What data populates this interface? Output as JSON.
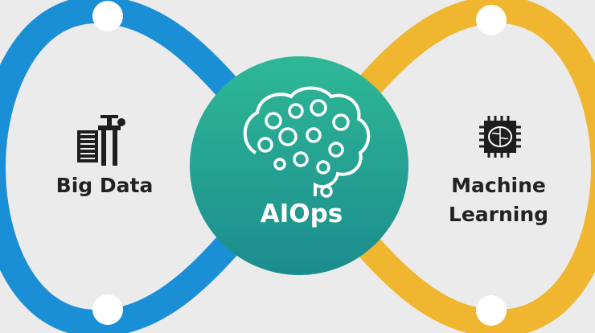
{
  "diagram": {
    "left": {
      "label": "Big Data",
      "icon": "server-clamp-icon"
    },
    "center": {
      "label": "AIOps",
      "icon": "gear-brain-icon"
    },
    "right": {
      "label_line1": "Machine",
      "label_line2": "Learning",
      "icon": "brain-chip-icon"
    }
  },
  "colors": {
    "background": "#ebebeb",
    "left_loop": "#1a8fd6",
    "right_loop": "#f0b62f",
    "center_top": "#2fb896",
    "center_bottom": "#1d8f8f"
  }
}
